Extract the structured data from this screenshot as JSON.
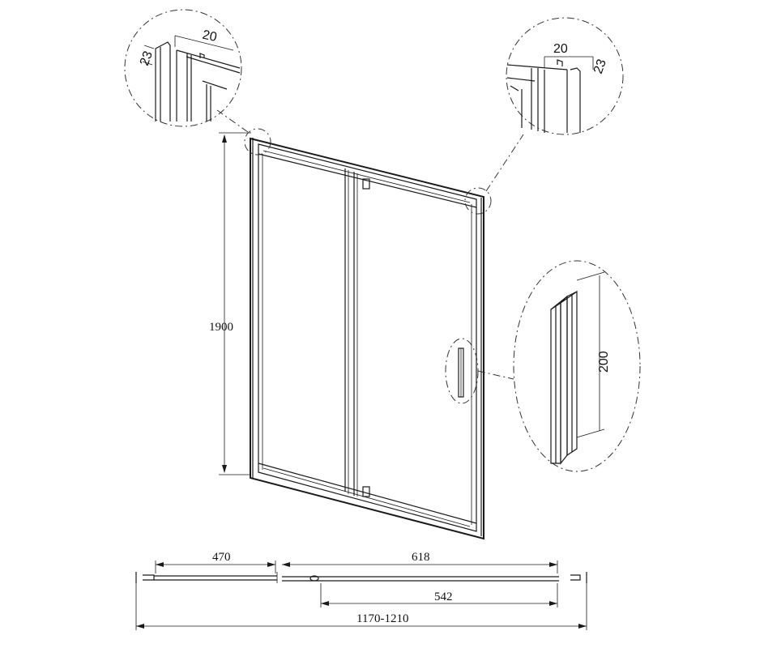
{
  "dimensions": {
    "height": "1900",
    "detail_top_left_width": "20",
    "detail_top_left_depth": "23",
    "detail_top_right_width": "20",
    "detail_top_right_depth": "23",
    "detail_handle_height": "200",
    "fixed_panel": "470",
    "door_panel": "618",
    "door_opening": "542",
    "total_width": "1170-1210"
  },
  "colors": {
    "line": "#1a1a1a",
    "background": "#ffffff"
  }
}
